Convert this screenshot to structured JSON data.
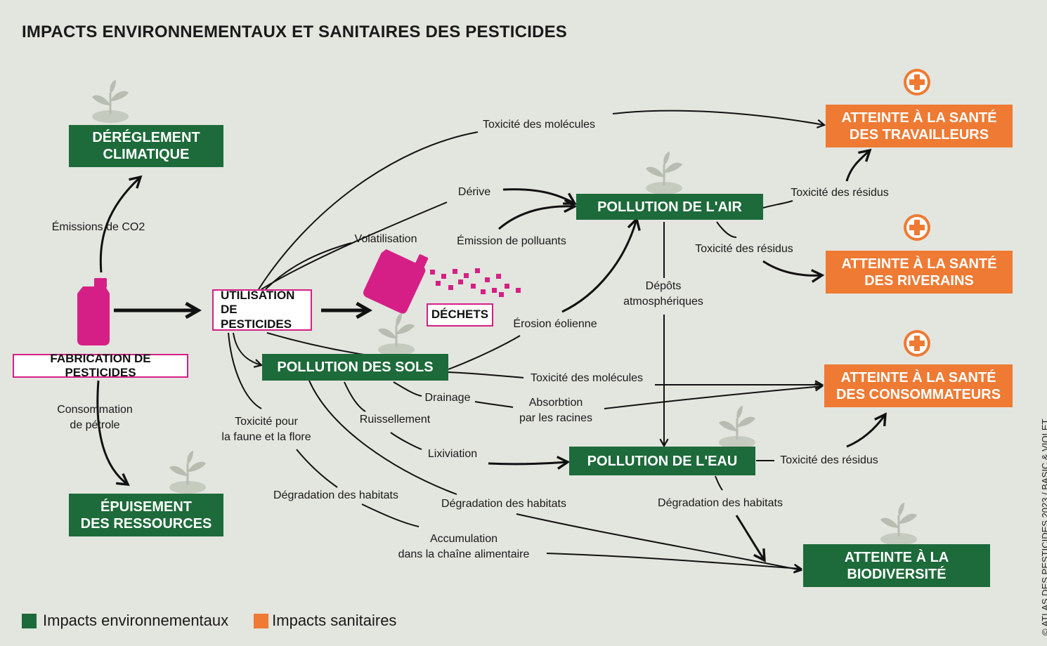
{
  "title": "IMPACTS ENVIRONNEMENTAUX ET SANITAIRES DES PESTICIDES",
  "colors": {
    "environmental": "#1d6a3a",
    "health": "#ee7a33",
    "pesticide": "#d61f86",
    "background": "#e3e5df"
  },
  "boxes": {
    "dereglement": "DÉRÉGLEMENT\nCLIMATIQUE",
    "epuisement": "ÉPUISEMENT\nDES RESSOURCES",
    "fabrication": "FABRICATION DE PESTICIDES",
    "utilisation": "UTILISATION\nDE PESTICIDES",
    "dechets": "DÉCHETS",
    "pollution_sols": "POLLUTION DES SOLS",
    "pollution_air": "POLLUTION DE L'AIR",
    "pollution_eau": "POLLUTION DE L'EAU",
    "sante_travailleurs": "ATTEINTE À LA SANTÉ\nDES TRAVAILLEURS",
    "sante_riverains": "ATTEINTE À LA SANTÉ\nDES RIVERAINS",
    "sante_consommateurs": "ATTEINTE À LA SANTÉ\nDES CONSOMMATEURS",
    "biodiversite": "ATTEINTE À LA\nBIODIVERSITÉ"
  },
  "labels": {
    "emissions_co2": "Émissions de CO2",
    "consommation_petrole": "Consommation\nde pétrole",
    "toxicite_molecules_1": "Toxicité des molécules",
    "derive": "Dérive",
    "volatilisation": "Volatilisation",
    "emission_polluants": "Émission de polluants",
    "erosion_eolienne": "Érosion éolienne",
    "toxicite_residus_1": "Toxicité des résidus",
    "toxicite_residus_2": "Toxicité des résidus",
    "depots": "Dépôts\natmosphériques",
    "toxicite_molecules_2": "Toxicité des molécules",
    "drainage": "Drainage",
    "absorption": "Absorbtion\npar les racines",
    "ruissellement": "Ruissellement",
    "lixiviation": "Lixiviation",
    "toxicite_faune": "Toxicité pour\nla faune et la flore",
    "toxicite_residus_3": "Toxicité des résidus",
    "degradation_1": "Dégradation des habitats",
    "degradation_2": "Dégradation des habitats",
    "degradation_3": "Dégradation des habitats",
    "accumulation": "Accumulation\ndans la chaîne alimentaire"
  },
  "legend": {
    "environmental": "Impacts environnementaux",
    "health": "Impacts sanitaires"
  },
  "credit": "© ATLAS DES PESTICIDES 2023 / BASIC & VIOLET",
  "icons": [
    "plant-icon",
    "medical-cross-icon",
    "jerrycan-icon",
    "spray-drops-icon"
  ]
}
